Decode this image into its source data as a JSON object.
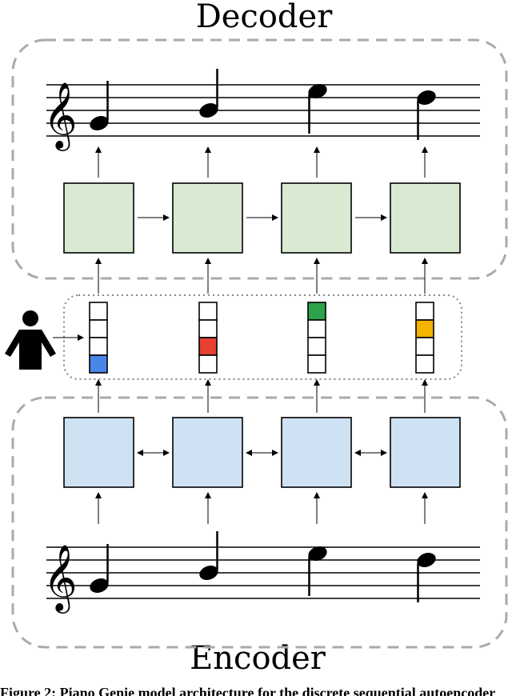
{
  "decoder": {
    "title": "Decoder"
  },
  "encoder": {
    "title": "Encoder"
  },
  "caption": "Figure 2: Piano Genie model architecture for the discrete sequential autoencoder",
  "colors": {
    "decoder_cell": "#d9ead3",
    "encoder_cell": "#cfe2f3",
    "dashed_border": "#aaaaaa",
    "dotted_border": "#888888",
    "button_blue": "#4a86e8",
    "button_red": "#e64030",
    "button_green": "#2ca34a",
    "button_yellow": "#f4b400"
  },
  "icons": [
    "treble-clef-icon",
    "person-icon"
  ],
  "bottleneck": {
    "buttons_per_column": 4,
    "columns": [
      {
        "active_index": 3,
        "color_key": "button_blue"
      },
      {
        "active_index": 2,
        "color_key": "button_red"
      },
      {
        "active_index": 0,
        "color_key": "button_green"
      },
      {
        "active_index": 1,
        "color_key": "button_yellow"
      }
    ]
  }
}
